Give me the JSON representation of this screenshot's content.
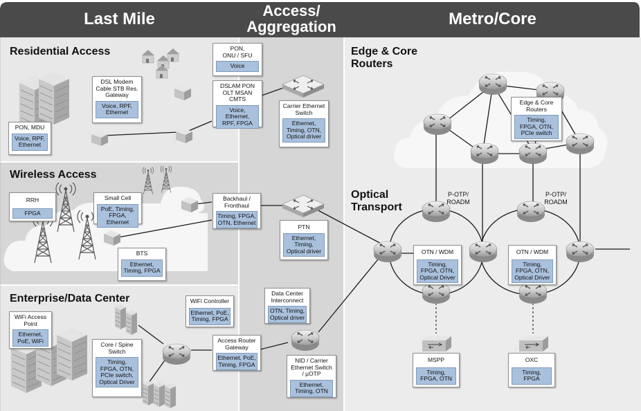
{
  "columns": {
    "last_mile": "Last Mile",
    "access": "Access/\nAggregation",
    "metro": "Metro/Core"
  },
  "sections": {
    "residential": "Residential Access",
    "wireless": "Wireless Access",
    "enterprise": "Enterprise/Data Center",
    "edge_core": "Edge & Core\nRouters",
    "optical": "Optical\nTransport"
  },
  "boxes": {
    "pon_mdu": {
      "title": "PON, MDU",
      "tag": "Voice, RPF,\nEthernet"
    },
    "dsl_modem": {
      "title": "DSL Modem\nCable STB Res.\nGateway",
      "tag": "Voice, RPF,\nEthernet"
    },
    "pon_onu": {
      "title": "PON,\nONU / SFU",
      "tag": "Voice"
    },
    "dslam": {
      "title": "DSLAM PON\nOLT MSAN\nCMTS",
      "tag": "Voice, Ethernet,\nRPF, FPGA"
    },
    "carrier_eth": {
      "title": "Carrier Ethernet\nSwitch",
      "tag": "Ethernet,\nTiming, OTN,\nOptical driver"
    },
    "rrh": {
      "title": "RRH",
      "tag": "FPGA"
    },
    "small_cell": {
      "title": "Small Cell",
      "tag": "PoE, Timing,\nFPGA, Ethernet"
    },
    "bts": {
      "title": "BTS",
      "tag": "Ethernet,\nTiming, FPGA"
    },
    "backhaul": {
      "title": "Backhaul /\nFronthaul",
      "tag": "Timing, FPGA,\nOTN, Ethernet"
    },
    "ptn": {
      "title": "PTN",
      "tag": "Ethernet,\nTiming,\nOptical driver"
    },
    "wifi_ap": {
      "title": "WiFi Access\nPoint",
      "tag": "Ethernet,\nPoE, WiFi"
    },
    "core_spine": {
      "title": "Core / Spine\nSwitch",
      "tag": "Timing,\nFPGA, OTN,\nPCIe switch,\nOptical Driver"
    },
    "wifi_ctrl": {
      "title": "WiFi Controller",
      "tag": "Ethernet, PoE,\nTiming, FPGA"
    },
    "access_router": {
      "title": "Access Router\nGateway",
      "tag": "Ethernet, PoE,\nTiming, FPGA"
    },
    "dci": {
      "title": "Data Center\nInterconnect",
      "tag": "OTN, Timing,\nOptical driver"
    },
    "nid": {
      "title": "NID / Carrier\nEthernet Switch\n/ µOTP",
      "tag": "Ethernet,\nTiming, OTN"
    },
    "edge_core_routers": {
      "title": "Edge & Core\nRouters",
      "tag": "Timing,\nFPGA, OTN,\nPCIe switch"
    },
    "otn_wdm_1": {
      "title": "OTN / WDM",
      "tag": "Timing,\nFPGA, OTN,\nOptical Driver"
    },
    "otn_wdm_2": {
      "title": "OTN / WDM",
      "tag": "Timing,\nFPGA, OTN,\nOptical Driver"
    },
    "mspp": {
      "title": "MSPP",
      "tag": "Timing,\nFPGA, OTN"
    },
    "oxc": {
      "title": "OXC",
      "tag": "Timing,\nFPGA"
    }
  },
  "labels": {
    "p_otp_1": "P-OTP/\nROADM",
    "p_otp_2": "P-OTP/\nROADM"
  },
  "colors": {
    "header": "#4a4a4a",
    "panel_light": "#e8e8e8",
    "panel_mid": "#d6d6d6",
    "tag_blue": "#a9c1dd",
    "cloud": "#f7f7f7"
  }
}
